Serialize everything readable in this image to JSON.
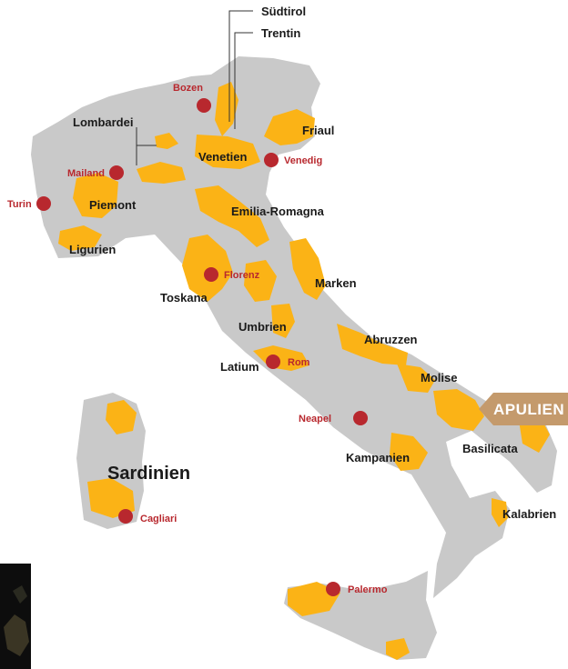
{
  "map": {
    "highlight": "APULIEN",
    "sardinia_label": "Sardinien",
    "colors": {
      "land": "#c9c9c9",
      "wine_area": "#fbb316",
      "city_dot": "#b8282e",
      "city_text": "#b8282e",
      "badge": "#c49a6c",
      "region_text": "#1a1a1a"
    },
    "regions": [
      {
        "key": "suedtirol",
        "label": "Südtirol"
      },
      {
        "key": "trentin",
        "label": "Trentin"
      },
      {
        "key": "lombardei",
        "label": "Lombardei"
      },
      {
        "key": "friaul",
        "label": "Friaul"
      },
      {
        "key": "venetien",
        "label": "Venetien"
      },
      {
        "key": "piemont",
        "label": "Piemont"
      },
      {
        "key": "emilia",
        "label": "Emilia-Romagna"
      },
      {
        "key": "ligurien",
        "label": "Ligurien"
      },
      {
        "key": "marken",
        "label": "Marken"
      },
      {
        "key": "toskana",
        "label": "Toskana"
      },
      {
        "key": "umbrien",
        "label": "Umbrien"
      },
      {
        "key": "abruzzen",
        "label": "Abruzzen"
      },
      {
        "key": "latium",
        "label": "Latium"
      },
      {
        "key": "molise",
        "label": "Molise"
      },
      {
        "key": "basilicata",
        "label": "Basilicata"
      },
      {
        "key": "kampanien",
        "label": "Kampanien"
      },
      {
        "key": "kalabrien",
        "label": "Kalabrien"
      }
    ],
    "cities": [
      {
        "key": "bozen",
        "label": "Bozen"
      },
      {
        "key": "mailand",
        "label": "Mailand"
      },
      {
        "key": "venedig",
        "label": "Venedig"
      },
      {
        "key": "turin",
        "label": "Turin"
      },
      {
        "key": "florenz",
        "label": "Florenz"
      },
      {
        "key": "rom",
        "label": "Rom"
      },
      {
        "key": "neapel",
        "label": "Neapel"
      },
      {
        "key": "cagliari",
        "label": "Cagliari"
      },
      {
        "key": "palermo",
        "label": "Palermo"
      }
    ]
  }
}
